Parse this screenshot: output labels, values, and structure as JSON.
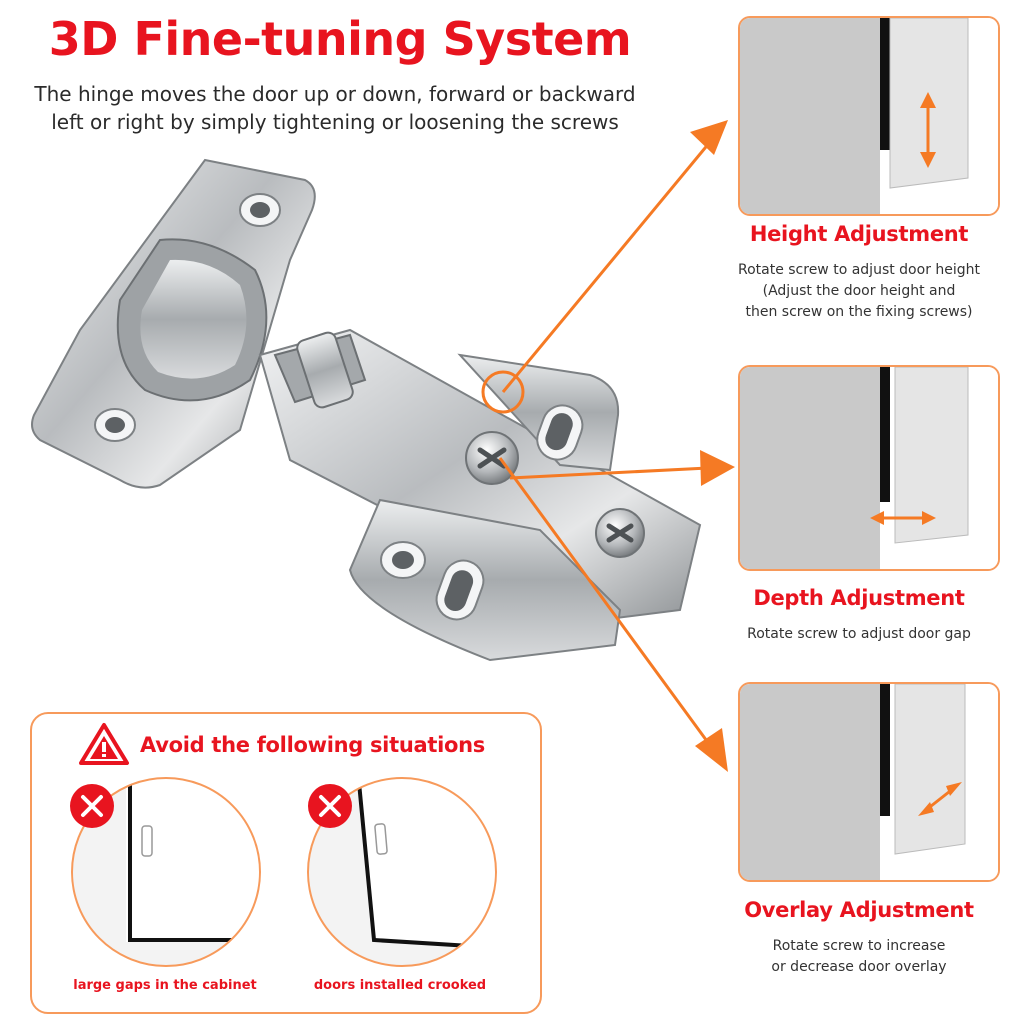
{
  "header": {
    "title": "3D Fine-tuning System",
    "subtitle_line1": "The hinge moves the door up or down, forward or backward",
    "subtitle_line2": "left or right by simply tightening or loosening the screws"
  },
  "adjustments": [
    {
      "title": "Height Adjustment",
      "description": "Rotate screw to adjust door height\n(Adjust the door height and\nthen screw on the fixing screws)",
      "arrow_icon": "double-arrow-vertical-icon"
    },
    {
      "title": "Depth Adjustment",
      "description": "Rotate screw to adjust door gap",
      "arrow_icon": "double-arrow-horizontal-icon"
    },
    {
      "title": "Overlay Adjustment",
      "description": "Rotate screw to increase\nor decrease door overlay",
      "arrow_icon": "double-arrow-diagonal-icon"
    }
  ],
  "warning": {
    "title": "Avoid the following situations",
    "icon": "warning-triangle-icon",
    "situations": [
      {
        "label": "large gaps in the cabinet",
        "icon": "x-mark-icon"
      },
      {
        "label": "doors installed crooked",
        "icon": "x-mark-icon"
      }
    ]
  },
  "colors": {
    "accent_red": "#e8141f",
    "accent_orange": "#f57a24",
    "border_orange": "#f79a5b",
    "metal": "#c8cacc"
  }
}
